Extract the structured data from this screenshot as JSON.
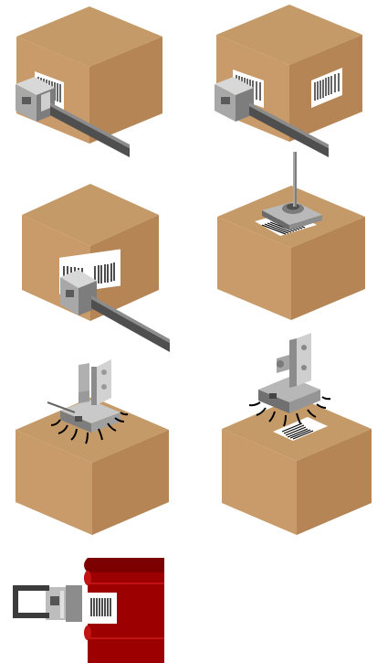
{
  "title": "",
  "colors": {
    "box_top": "#c59a69",
    "box_left": "#c99b6a",
    "box_right": "#b58555",
    "applicator_light": "#bebebe",
    "applicator_dark": "#6f6f6f",
    "arm": "#4f4f4f",
    "drum_red": "#9c0000",
    "drum_highlight": "#c31414",
    "label_white": "#ffffff",
    "barcode_black": "#000000"
  },
  "scenes": [
    {
      "id": "front-apply-box",
      "icon": "box-front-label-applicator"
    },
    {
      "id": "corner-wrap-box",
      "icon": "box-corner-wrap-applicator"
    },
    {
      "id": "side-apply-box",
      "icon": "box-side-label-applicator"
    },
    {
      "id": "top-tamp-box",
      "icon": "box-top-tamp-applicator"
    },
    {
      "id": "top-blow-on-box",
      "icon": "box-top-blow-applicator"
    },
    {
      "id": "top-air-blow-box",
      "icon": "box-top-air-blow-applicator"
    },
    {
      "id": "drum-side-apply",
      "icon": "drum-side-label-applicator"
    }
  ]
}
